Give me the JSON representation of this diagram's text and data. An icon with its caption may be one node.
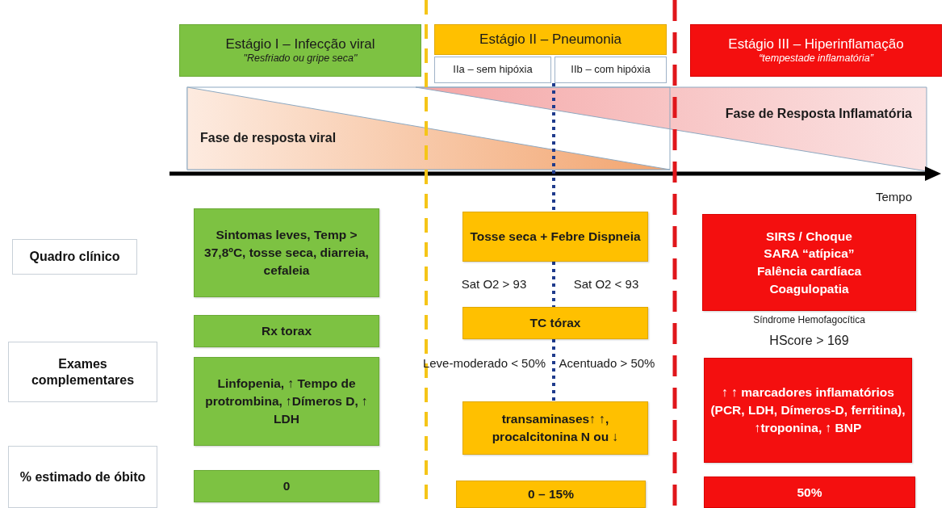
{
  "diagram": {
    "nodes": [
      {
        "text": [
          "Estágio I – Infecção viral",
          "\"Resfriado ou gripe seca\""
        ]
      },
      {
        "text": [
          "Estágio II – Pneumonia"
        ]
      },
      {
        "text": [
          "IIa – sem hipóxia"
        ]
      },
      {
        "text": [
          "IIb – com hipóxia"
        ]
      },
      {
        "text": [
          "Estágio III – Hiperinflamação",
          "“tempestade inflamatória”"
        ]
      },
      {
        "text": [
          "Fase de Resposta Inflamatória"
        ]
      },
      {
        "text": [
          "Fase de resposta viral"
        ]
      },
      {
        "text": [
          "Quadro clínico"
        ]
      },
      {
        "text": [
          "Sintomas leves, Temp > 37,8ºC, tosse seca, diarreia, cefaleia"
        ]
      },
      {
        "text": [
          "Tosse seca + Febre Dispneia"
        ]
      },
      {
        "text": [
          "SIRS / Choque",
          "SARA “atípica”",
          "Falência cardíaca",
          "Coagulopatia"
        ]
      },
      {
        "text": [
          "Rx torax"
        ]
      },
      {
        "text": [
          "TC tórax"
        ]
      },
      {
        "text": [
          "Exames complementares"
        ]
      },
      {
        "text": [
          "Linfopenia, ↑ Tempo de protrombina, ↑Dímeros D, ↑ LDH"
        ]
      },
      {
        "text": [
          "transaminases↑ ↑, procalcitonina N ou ↓"
        ]
      },
      {
        "text": [
          "↑ ↑ marcadores inflamatórios (PCR, LDH, Dímeros-D, ferritina), ↑troponina, ↑ BNP"
        ]
      },
      {
        "text": [
          "% estimado de óbito"
        ]
      },
      {
        "text": [
          "0"
        ]
      },
      {
        "text": [
          "0 – 15%"
        ]
      },
      {
        "text": [
          "50%"
        ]
      }
    ],
    "labels": [
      "Tempo",
      "Sat O2 > 93",
      "Sat O2 < 93",
      "Síndrome Hemofagocítica",
      "HScore > 169",
      "Leve-moderado < 50%",
      "Acentuado > 50%"
    ]
  }
}
